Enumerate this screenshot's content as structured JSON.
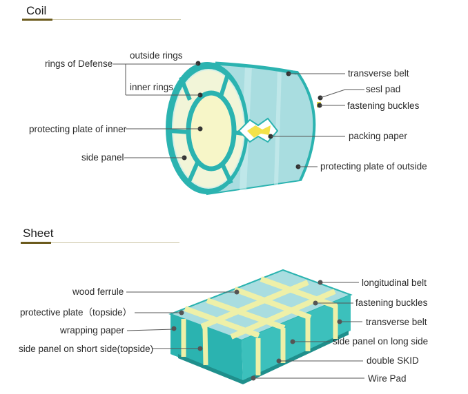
{
  "sections": {
    "coil_title": "Coil",
    "sheet_title": "Sheet"
  },
  "coil_labels": {
    "rings_of_defense": "rings of Defense",
    "outside_rings": "outside rings",
    "inner_rings": "inner rings",
    "protecting_plate_of_inner": "protecting plate of inner",
    "side_panel": "side panel",
    "transverse_belt": "transverse belt",
    "sesl_pad": "sesl pad",
    "fastening_buckles": "fastening buckles",
    "packing_paper": "packing paper",
    "protecting_plate_of_outside": "protecting plate of outside"
  },
  "sheet_labels": {
    "wood_ferrule": "wood ferrule",
    "protective_plate_topside": "protective plate（topside）",
    "wrapping_paper": "wrapping paper",
    "side_panel_short_side": "side panel on short side(topside)",
    "longitudinal_belt": "longitudinal belt",
    "fastening_buckles": "fastening buckles",
    "transverse_belt": "transverse belt",
    "side_panel_long_side": "side panel on long side",
    "double_skid": "double SKID",
    "wire_pad": "Wire Pad"
  },
  "colors": {
    "teal": "#2bb3b0",
    "light_teal": "#a9dde0",
    "cream": "#f7f6c8",
    "belt_yellow": "#eef0a8",
    "line": "#444444"
  }
}
